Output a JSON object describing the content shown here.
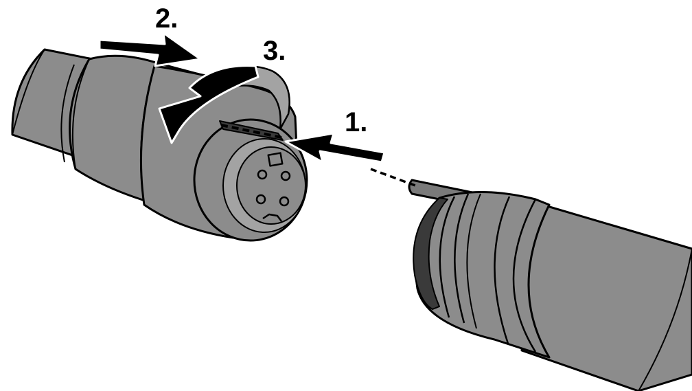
{
  "colors": {
    "background": "#ffffff",
    "cable_fill": "#8c8c8c",
    "cable_shade": "#7a7a7a",
    "cable_highlight": "#a3a3a3",
    "outline": "#000000",
    "arrow": "#000000",
    "key_dark": "#3a3a3a"
  },
  "steps": {
    "step1": "1.",
    "step2": "2.",
    "step3": "3."
  },
  "icons": {
    "step1_arrow": "arrow-left-icon",
    "step2_arrow": "arrow-right-icon",
    "step3_arrow": "rotate-arrow-icon"
  }
}
